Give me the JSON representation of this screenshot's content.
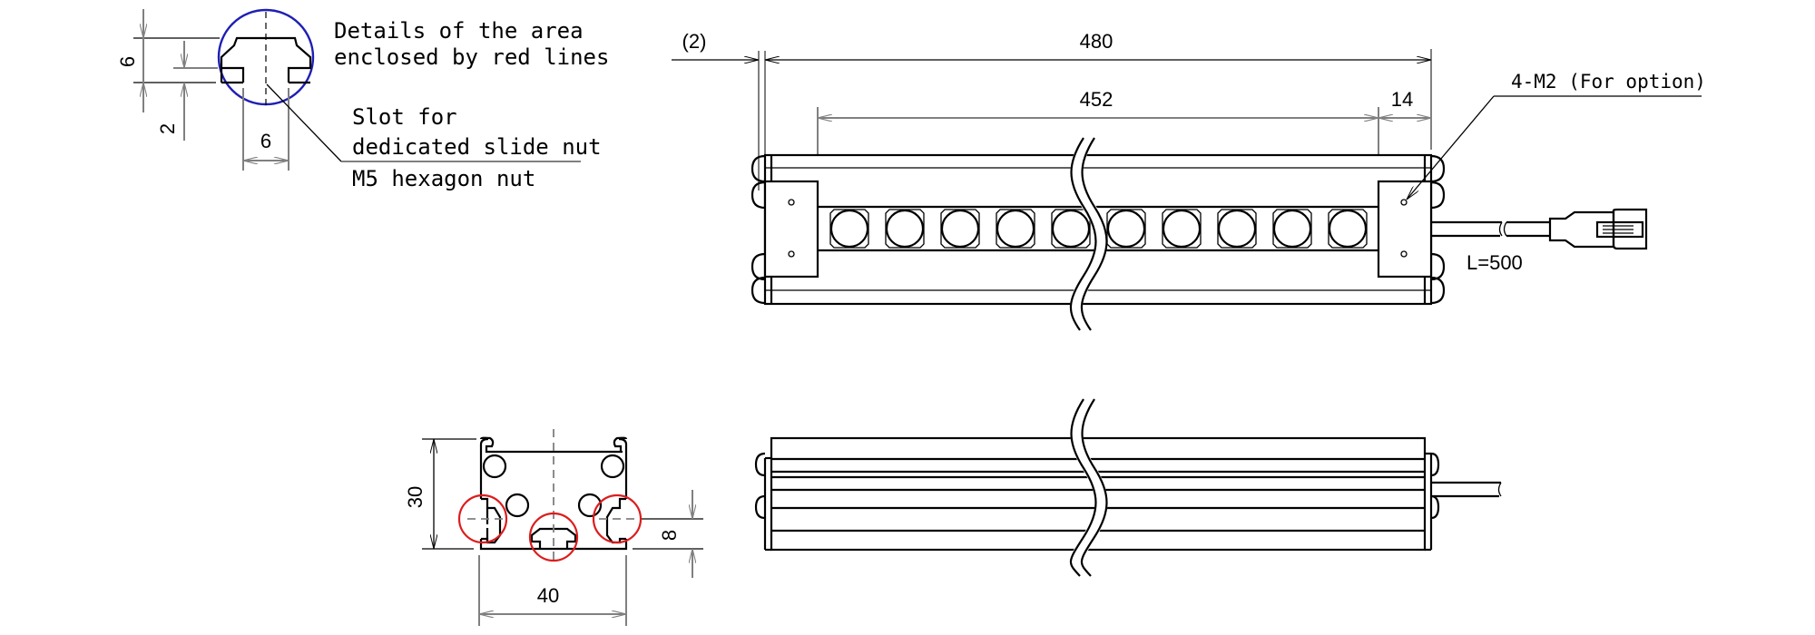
{
  "drawing": {
    "colors": {
      "line": "#000000",
      "dimension": "#808080",
      "detail_circle": "#1f1fb4",
      "highlight_circle": "#dd1c1c",
      "background": "#ffffff"
    },
    "detail_view": {
      "title_line1": "Details of the area",
      "title_line2": "enclosed by red lines",
      "note_line1": "Slot for",
      "note_line2": "dedicated slide nut",
      "note_line3": "M5 hexagon nut",
      "dim_height": "6",
      "dim_depth": "2",
      "dim_width": "6"
    },
    "top_view": {
      "dim_offset": "(2)",
      "dim_overall": "480",
      "dim_emitting": "452",
      "dim_end": "14",
      "callout_holes": "4-M2 (For option)",
      "cable_length": "L=500",
      "led_count": 10
    },
    "end_view": {
      "dim_height": "30",
      "dim_width": "40",
      "dim_slot_offset": "8"
    },
    "side_view": {}
  }
}
